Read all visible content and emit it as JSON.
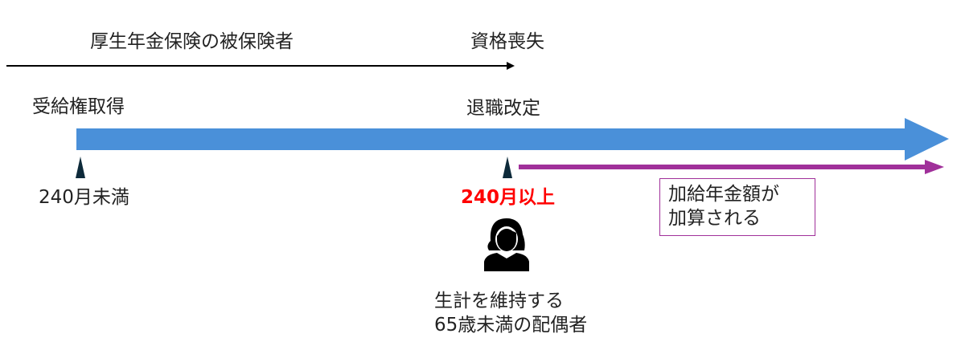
{
  "labels": {
    "insured_period": "厚生年金保険の被保険者",
    "loss_of_qualification": "資格喪失",
    "entitlement": "受給権取得",
    "retirement_revision": "退職改定",
    "under_240": "240月未満",
    "over_240": "240月以上",
    "spouse_line1": "生計を維持する",
    "spouse_line2": "65歳未満の配偶者",
    "addition_line1": "加給年金額が",
    "addition_line2": "加算される"
  },
  "colors": {
    "timeline": "#4a90d9",
    "addition": "#a0309a",
    "highlight": "#ff0000"
  },
  "icons": {
    "person": "woman-icon"
  }
}
